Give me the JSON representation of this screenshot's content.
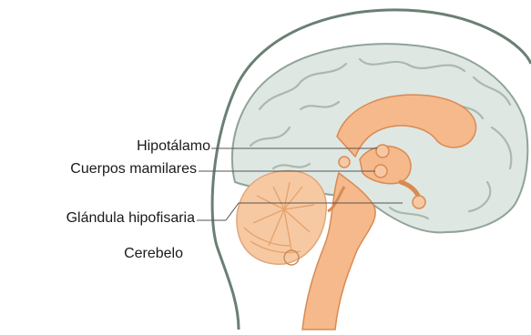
{
  "labels": {
    "hypothalamus": "Hipotálamo",
    "mammillary_bodies": "Cuerpos mamilares",
    "pituitary_gland": "Glándula hipofisaria",
    "cerebellum": "Cerebelo"
  },
  "colors": {
    "head_outline": "#6b7f73",
    "cortex_fill": "#dfe7e3",
    "cortex_stroke": "#8fa398",
    "limbic_fill": "#f5b98b",
    "limbic_stroke": "#d98a52",
    "cerebellum_fill": "#f7c9a3",
    "leader_line": "#555555"
  }
}
